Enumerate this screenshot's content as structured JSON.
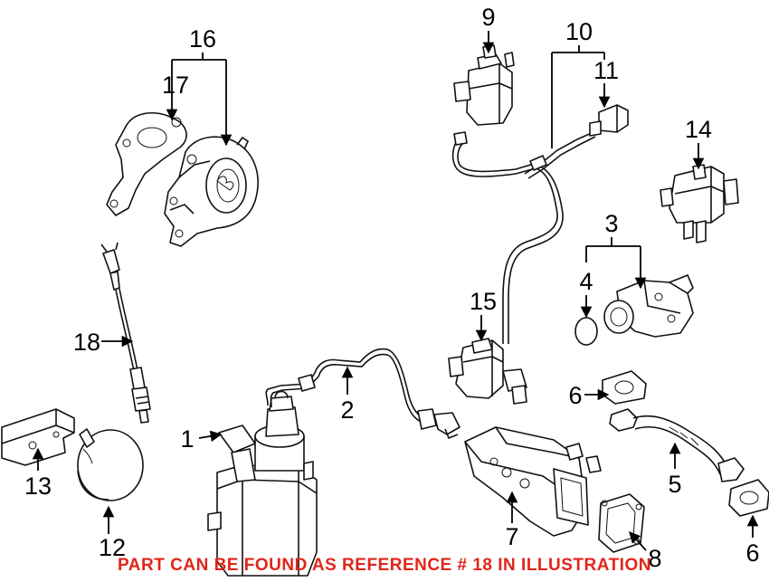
{
  "callouts": {
    "c1": "1",
    "c2": "2",
    "c3": "3",
    "c4": "4",
    "c5": "5",
    "c6a": "6",
    "c6b": "6",
    "c7": "7",
    "c8": "8",
    "c9": "9",
    "c10": "10",
    "c11": "11",
    "c12": "12",
    "c13": "13",
    "c14": "14",
    "c15": "15",
    "c16": "16",
    "c17": "17",
    "c18": "18"
  },
  "footer": {
    "note": "PART CAN BE FOUND AS REFERENCE # 18 IN ILLUSTRATION"
  },
  "colors": {
    "note": "#e0261b",
    "ink": "#111111"
  }
}
